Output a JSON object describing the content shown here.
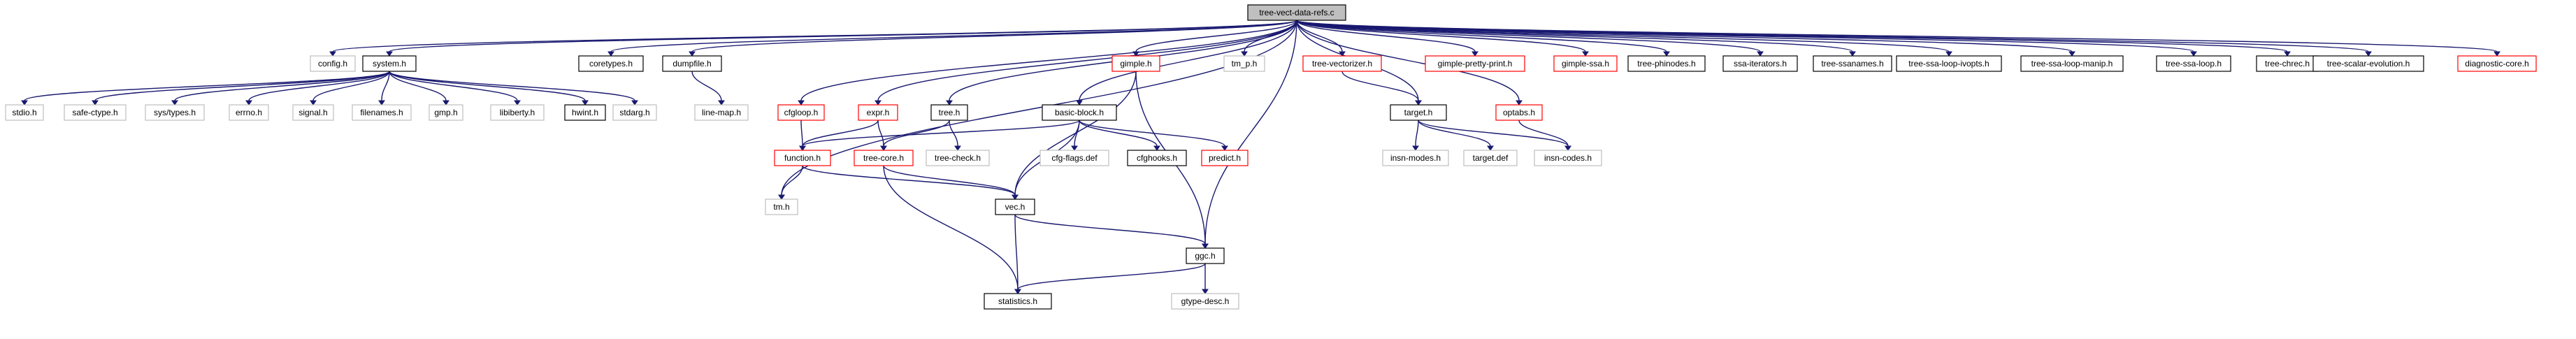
{
  "colors": {
    "edge": "#191970",
    "box_border": "#000000",
    "missing_border": "#bfbfbf",
    "red_border": "#ff0000",
    "root_fill": "#bfbfbf",
    "fill": "#ffffff"
  },
  "nodes": [
    {
      "id": "root",
      "label": "tree-vect-data-refs.c",
      "style": "root"
    },
    {
      "id": "config",
      "label": "config.h",
      "style": "missing"
    },
    {
      "id": "system",
      "label": "system.h",
      "style": "normal"
    },
    {
      "id": "coretypes",
      "label": "coretypes.h",
      "style": "normal"
    },
    {
      "id": "dumpfile",
      "label": "dumpfile.h",
      "style": "normal"
    },
    {
      "id": "tm_p",
      "label": "tm_p.h",
      "style": "missing"
    },
    {
      "id": "cfgloop",
      "label": "cfgloop.h",
      "style": "red"
    },
    {
      "id": "expr",
      "label": "expr.h",
      "style": "red"
    },
    {
      "id": "tree",
      "label": "tree.h",
      "style": "normal"
    },
    {
      "id": "basic_block",
      "label": "basic-block.h",
      "style": "normal"
    },
    {
      "id": "gimple",
      "label": "gimple.h",
      "style": "red"
    },
    {
      "id": "tree_vectorizer",
      "label": "tree-vectorizer.h",
      "style": "red"
    },
    {
      "id": "gimple_pretty",
      "label": "gimple-pretty-print.h",
      "style": "red"
    },
    {
      "id": "gimple_ssa",
      "label": "gimple-ssa.h",
      "style": "red"
    },
    {
      "id": "tree_phinodes",
      "label": "tree-phinodes.h",
      "style": "normal"
    },
    {
      "id": "ssa_iterators",
      "label": "ssa-iterators.h",
      "style": "normal"
    },
    {
      "id": "tree_ssanames",
      "label": "tree-ssanames.h",
      "style": "normal"
    },
    {
      "id": "ivopts",
      "label": "tree-ssa-loop-ivopts.h",
      "style": "normal"
    },
    {
      "id": "manip",
      "label": "tree-ssa-loop-manip.h",
      "style": "normal"
    },
    {
      "id": "ssa_loop",
      "label": "tree-ssa-loop.h",
      "style": "normal"
    },
    {
      "id": "chrec",
      "label": "tree-chrec.h",
      "style": "normal"
    },
    {
      "id": "scalar_evo",
      "label": "tree-scalar-evolution.h",
      "style": "normal"
    },
    {
      "id": "diag_core",
      "label": "diagnostic-core.h",
      "style": "red"
    },
    {
      "id": "stdio",
      "label": "stdio.h",
      "style": "missing"
    },
    {
      "id": "safe_ctype",
      "label": "safe-ctype.h",
      "style": "missing"
    },
    {
      "id": "sys_types",
      "label": "sys/types.h",
      "style": "missing"
    },
    {
      "id": "errno",
      "label": "errno.h",
      "style": "missing"
    },
    {
      "id": "signal",
      "label": "signal.h",
      "style": "missing"
    },
    {
      "id": "filenames",
      "label": "filenames.h",
      "style": "missing"
    },
    {
      "id": "gmp",
      "label": "gmp.h",
      "style": "missing"
    },
    {
      "id": "libiberty",
      "label": "libiberty.h",
      "style": "missing"
    },
    {
      "id": "hwint",
      "label": "hwint.h",
      "style": "normal"
    },
    {
      "id": "stdarg",
      "label": "stdarg.h",
      "style": "missing"
    },
    {
      "id": "line_map",
      "label": "line-map.h",
      "style": "missing"
    },
    {
      "id": "target",
      "label": "target.h",
      "style": "normal"
    },
    {
      "id": "optabs",
      "label": "optabs.h",
      "style": "red"
    },
    {
      "id": "function",
      "label": "function.h",
      "style": "red"
    },
    {
      "id": "tree_core",
      "label": "tree-core.h",
      "style": "red"
    },
    {
      "id": "tree_check",
      "label": "tree-check.h",
      "style": "missing"
    },
    {
      "id": "cfg_flags",
      "label": "cfg-flags.def",
      "style": "missing"
    },
    {
      "id": "cfghooks",
      "label": "cfghooks.h",
      "style": "normal"
    },
    {
      "id": "predict",
      "label": "predict.h",
      "style": "red"
    },
    {
      "id": "insn_modes",
      "label": "insn-modes.h",
      "style": "missing"
    },
    {
      "id": "target_def",
      "label": "target.def",
      "style": "missing"
    },
    {
      "id": "insn_codes",
      "label": "insn-codes.h",
      "style": "missing"
    },
    {
      "id": "tm",
      "label": "tm.h",
      "style": "missing"
    },
    {
      "id": "vec",
      "label": "vec.h",
      "style": "normal"
    },
    {
      "id": "ggc",
      "label": "ggc.h",
      "style": "normal"
    },
    {
      "id": "gtype_desc",
      "label": "gtype-desc.h",
      "style": "missing"
    },
    {
      "id": "statistics",
      "label": "statistics.h",
      "style": "normal"
    }
  ],
  "edges": [
    [
      "root",
      "config"
    ],
    [
      "root",
      "system"
    ],
    [
      "root",
      "coretypes"
    ],
    [
      "root",
      "dumpfile"
    ],
    [
      "root",
      "tm"
    ],
    [
      "root",
      "tm_p"
    ],
    [
      "root",
      "cfgloop"
    ],
    [
      "root",
      "expr"
    ],
    [
      "root",
      "tree"
    ],
    [
      "root",
      "basic_block"
    ],
    [
      "root",
      "gimple"
    ],
    [
      "root",
      "ggc"
    ],
    [
      "root",
      "tree_vectorizer"
    ],
    [
      "root",
      "target"
    ],
    [
      "root",
      "gimple_pretty"
    ],
    [
      "root",
      "optabs"
    ],
    [
      "root",
      "gimple_ssa"
    ],
    [
      "root",
      "tree_phinodes"
    ],
    [
      "root",
      "ssa_iterators"
    ],
    [
      "root",
      "tree_ssanames"
    ],
    [
      "root",
      "ivopts"
    ],
    [
      "root",
      "manip"
    ],
    [
      "root",
      "ssa_loop"
    ],
    [
      "root",
      "chrec"
    ],
    [
      "root",
      "scalar_evo"
    ],
    [
      "root",
      "diag_core"
    ],
    [
      "system",
      "stdio"
    ],
    [
      "system",
      "safe_ctype"
    ],
    [
      "system",
      "sys_types"
    ],
    [
      "system",
      "errno"
    ],
    [
      "system",
      "signal"
    ],
    [
      "system",
      "filenames"
    ],
    [
      "system",
      "gmp"
    ],
    [
      "system",
      "libiberty"
    ],
    [
      "system",
      "hwint"
    ],
    [
      "system",
      "stdarg"
    ],
    [
      "dumpfile",
      "line_map"
    ],
    [
      "cfgloop",
      "function"
    ],
    [
      "expr",
      "function"
    ],
    [
      "expr",
      "tree_core"
    ],
    [
      "tree",
      "tree_core"
    ],
    [
      "tree",
      "tree_check"
    ],
    [
      "basic_block",
      "function"
    ],
    [
      "basic_block",
      "cfg_flags"
    ],
    [
      "basic_block",
      "cfghooks"
    ],
    [
      "basic_block",
      "predict"
    ],
    [
      "basic_block",
      "vec"
    ],
    [
      "gimple",
      "vec"
    ],
    [
      "gimple",
      "ggc"
    ],
    [
      "tree_vectorizer",
      "target"
    ],
    [
      "target",
      "insn_modes"
    ],
    [
      "target",
      "target_def"
    ],
    [
      "target",
      "insn_codes"
    ],
    [
      "optabs",
      "insn_codes"
    ],
    [
      "function",
      "tm"
    ],
    [
      "function",
      "vec"
    ],
    [
      "tree_core",
      "vec"
    ],
    [
      "tree_core",
      "statistics"
    ],
    [
      "vec",
      "ggc"
    ],
    [
      "vec",
      "statistics"
    ],
    [
      "ggc",
      "gtype_desc"
    ],
    [
      "ggc",
      "statistics"
    ]
  ]
}
